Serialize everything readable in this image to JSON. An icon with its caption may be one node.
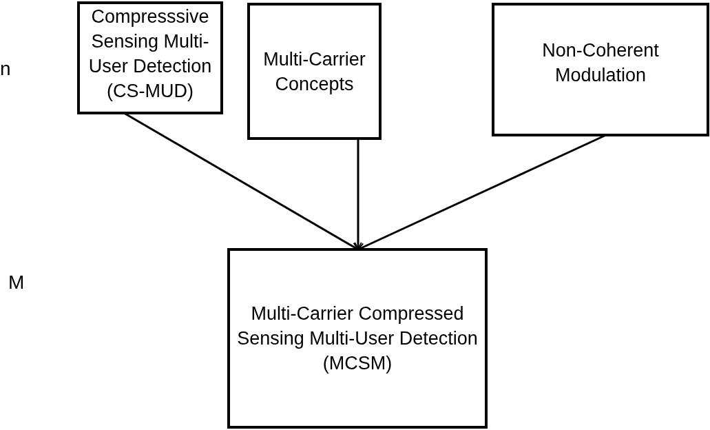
{
  "diagram": {
    "nodes": [
      {
        "text": [
          "Compresssive Sensing Multi-User Detection (CS-MUD)"
        ]
      },
      {
        "text": [
          "Multi-Carrier Concepts"
        ]
      },
      {
        "text": [
          "Non-Coherent Modulation"
        ]
      },
      {
        "text": [
          "Multi-Carrier Compressed Sensing Multi-User Detection (MCSM)"
        ]
      }
    ],
    "edges": [
      {
        "from": 0,
        "to": 3,
        "arrow": "to"
      },
      {
        "from": 1,
        "to": 3,
        "arrow": "to"
      },
      {
        "from": 2,
        "to": 3,
        "arrow": "to"
      }
    ],
    "labels": [
      "n",
      "M"
    ]
  }
}
